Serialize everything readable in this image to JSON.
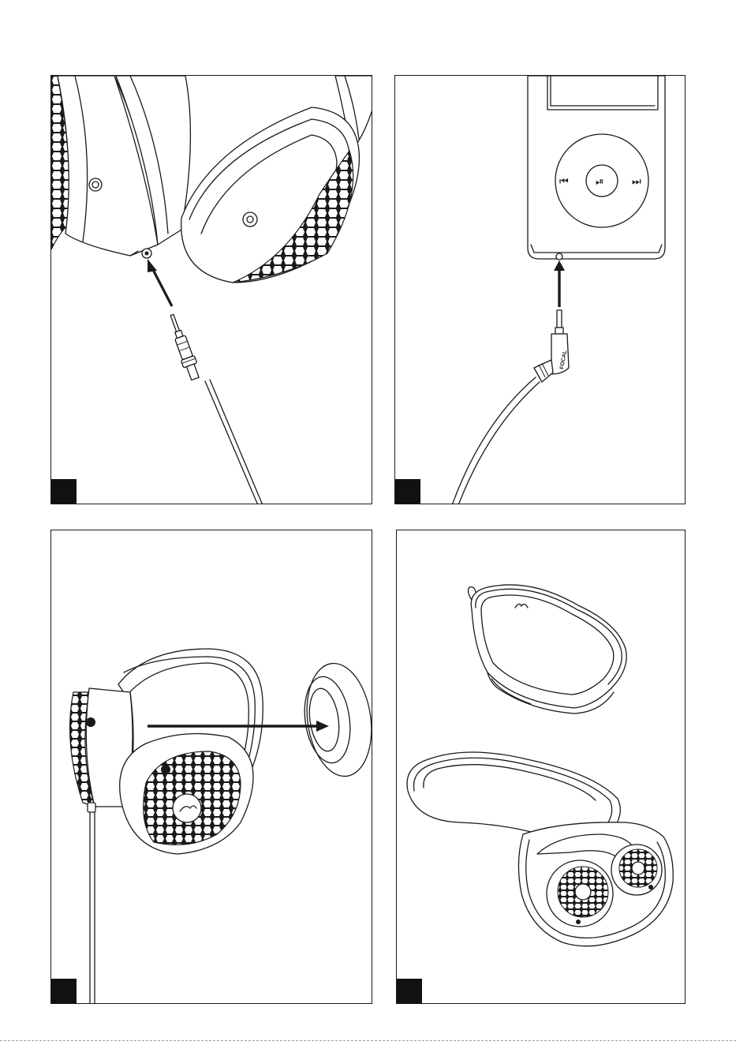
{
  "figures": [
    {
      "id": "connect-jack-headphone"
    },
    {
      "id": "connect-jack-player",
      "player_buttons": {
        "prev": "⏮",
        "play_pause": "⏯",
        "next": "⏭"
      },
      "plug_brand": "FOCAL"
    },
    {
      "id": "remove-ear-pad"
    },
    {
      "id": "carrying-case"
    }
  ]
}
